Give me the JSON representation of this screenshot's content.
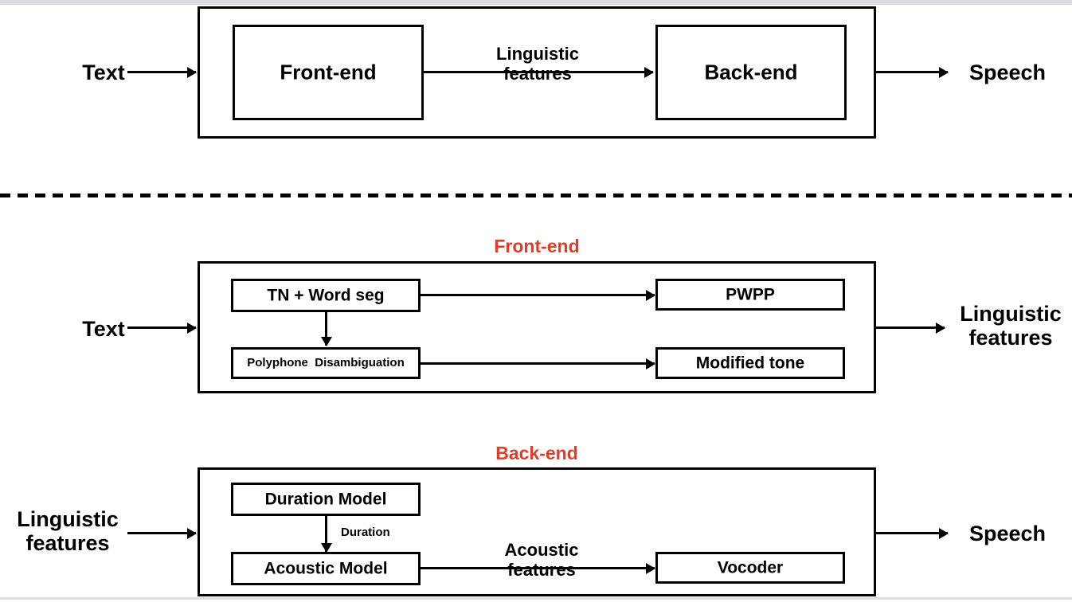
{
  "diagram": {
    "title": "Text-to-Speech pipeline overview",
    "accent_color": "#e03c27",
    "line_color": "#000000",
    "background": "#ffffff"
  },
  "overview": {
    "input_label": "Text",
    "output_label": "Speech",
    "frontend_box": "Front-end",
    "backend_box": "Back-end",
    "middle_arrow_label": "Linguistic\nfeatures"
  },
  "frontend": {
    "section_title": "Front-end",
    "input_label": "Text",
    "output_label": "Linguistic\nfeatures",
    "boxes": [
      {
        "id": "tn-word-seg",
        "label": "TN + Word seg"
      },
      {
        "id": "polyphone-disambiguation",
        "label": "Polyphone  Disambiguation"
      },
      {
        "id": "pwpp",
        "label": "PWPP"
      },
      {
        "id": "modified-tone",
        "label": "Modified tone"
      }
    ]
  },
  "backend": {
    "section_title": "Back-end",
    "input_label": "Linguistic\nfeatures",
    "output_label": "Speech",
    "duration_arrow_label": "Duration",
    "acoustic_arrow_label": "Acoustic\nfeatures",
    "boxes": [
      {
        "id": "duration-model",
        "label": "Duration Model"
      },
      {
        "id": "acoustic-model",
        "label": "Acoustic Model"
      },
      {
        "id": "vocoder",
        "label": "Vocoder"
      }
    ]
  }
}
